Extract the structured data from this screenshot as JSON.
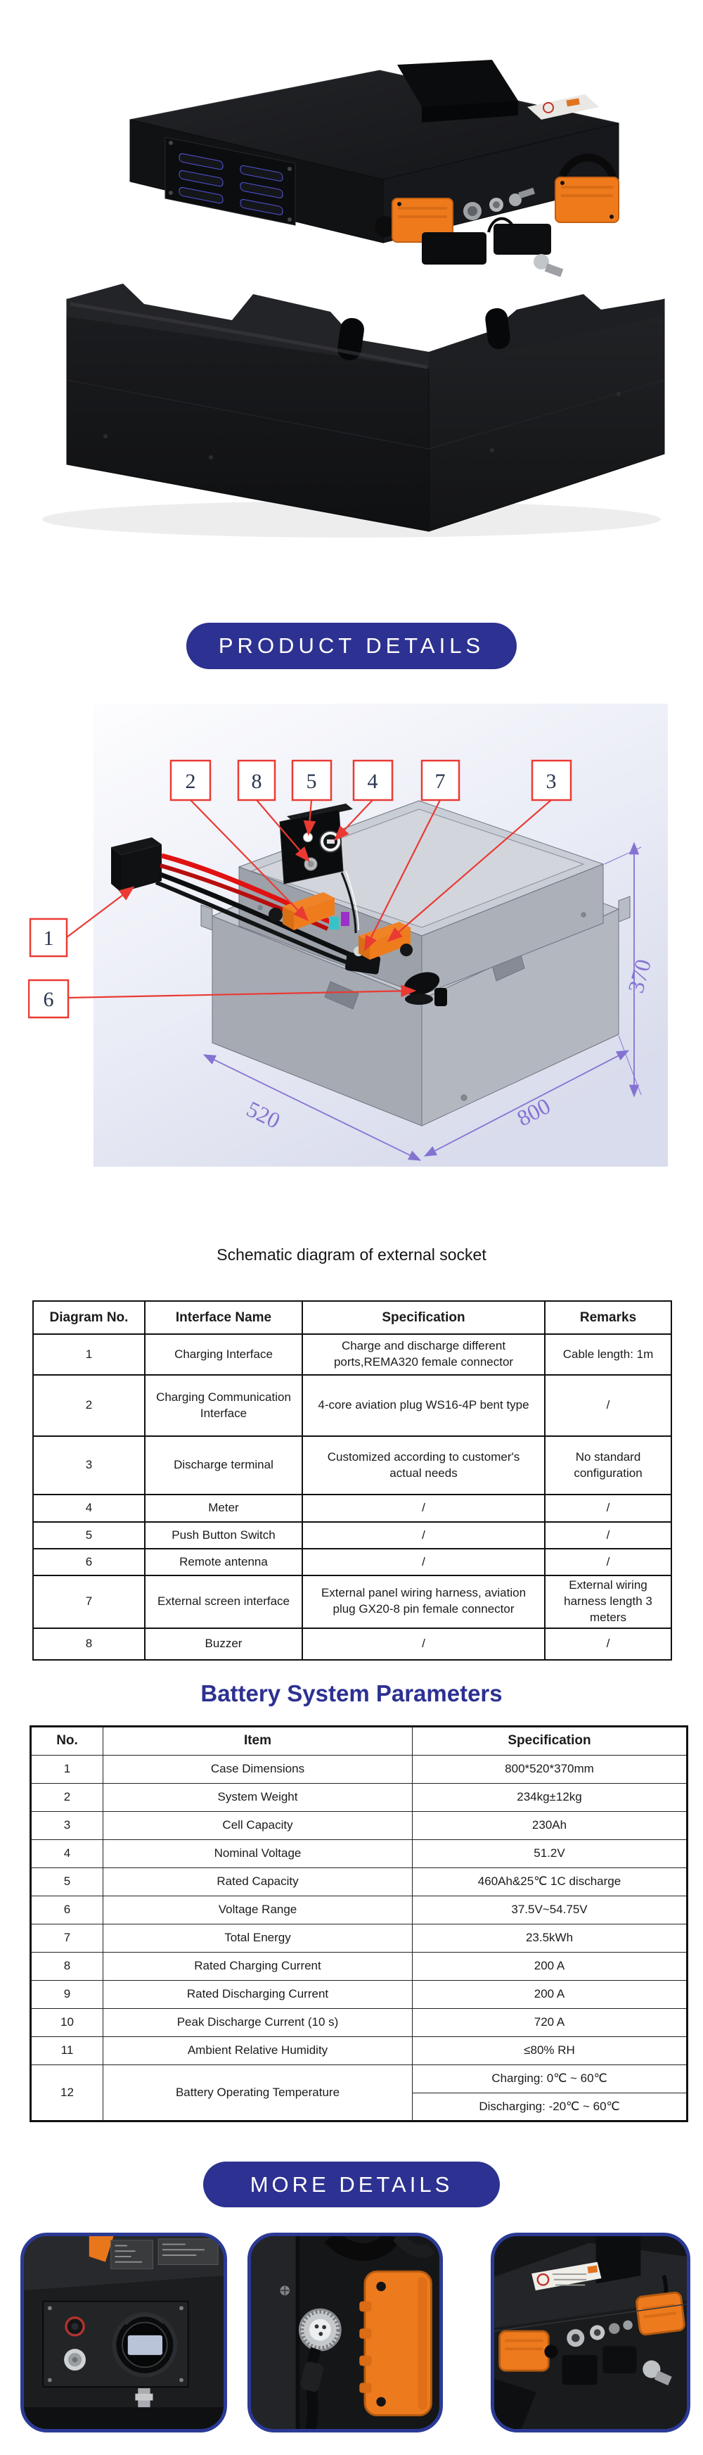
{
  "colors": {
    "accent_blue": "#2d3191",
    "heading_blue": "#2c3192",
    "card_border": "#2b3a94",
    "callout_red": "#ea3a33",
    "dimension_purple": "#8573d2",
    "connector_orange": "#ee7a1e"
  },
  "badges": {
    "product_details": "PRODUCT DETAILS",
    "more_details": "MORE DETAILS"
  },
  "schematic": {
    "heading": "Schematic diagram of external socket",
    "callouts": [
      "1",
      "2",
      "3",
      "4",
      "5",
      "6",
      "7",
      "8"
    ],
    "dimensions": {
      "height": "370",
      "length": "800",
      "width": "520"
    }
  },
  "socket_table": {
    "headers": [
      "Diagram No.",
      "Interface Name",
      "Specification",
      "Remarks"
    ],
    "rows": [
      [
        "1",
        "Charging Interface",
        "Charge and discharge different ports,REMA320 female connector",
        "Cable length: 1m"
      ],
      [
        "2",
        "Charging Communication Interface",
        "4-core aviation plug WS16-4P bent type",
        "/"
      ],
      [
        "3",
        "Discharge terminal",
        "Customized according to customer's actual needs",
        "No standard configuration"
      ],
      [
        "4",
        "Meter",
        "/",
        "/"
      ],
      [
        "5",
        "Push Button Switch",
        "/",
        "/"
      ],
      [
        "6",
        "Remote antenna",
        "/",
        "/"
      ],
      [
        "7",
        "External screen interface",
        "External panel wiring harness, aviation plug GX20-8 pin female connector",
        "External wiring harness length 3 meters"
      ],
      [
        "8",
        "Buzzer",
        "/",
        "/"
      ]
    ]
  },
  "params": {
    "heading": "Battery System Parameters",
    "headers": [
      "No.",
      "Item",
      "Specification"
    ],
    "rows": [
      [
        "1",
        "Case Dimensions",
        "800*520*370mm"
      ],
      [
        "2",
        "System Weight",
        "234kg±12kg"
      ],
      [
        "3",
        "Cell Capacity",
        "230Ah"
      ],
      [
        "4",
        "Nominal Voltage",
        "51.2V"
      ],
      [
        "5",
        "Rated Capacity",
        "460Ah&25℃ 1C discharge"
      ],
      [
        "6",
        "Voltage Range",
        "37.5V~54.75V"
      ],
      [
        "7",
        "Total Energy",
        "23.5kWh"
      ],
      [
        "8",
        "Rated Charging Current",
        "200 A"
      ],
      [
        "9",
        "Rated Discharging Current",
        "200 A"
      ],
      [
        "10",
        "Peak Discharge Current (10 s)",
        "720 A"
      ],
      [
        "11",
        "Ambient Relative Humidity",
        "≤80% RH"
      ],
      [
        "12",
        "Battery Operating Temperature",
        "Charging: 0℃ ~ 60℃",
        "Discharging: -20℃ ~ 60℃"
      ]
    ]
  }
}
